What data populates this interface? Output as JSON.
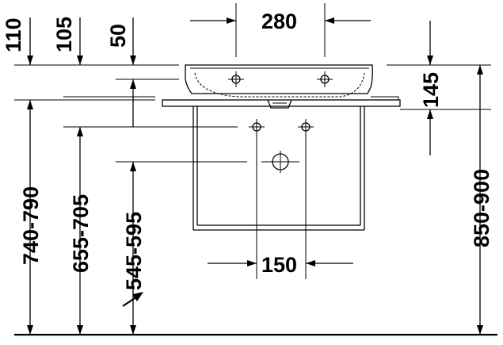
{
  "dimensions": {
    "top_width": "280",
    "drain_spacing": "150",
    "top_left_1": "110",
    "top_left_2": "105",
    "top_left_3": "50",
    "right_small": "145",
    "left_height_1": "740-790",
    "left_height_2": "655-705",
    "left_height_3": "545-595",
    "right_height": "850-900"
  },
  "colors": {
    "ink": "#000000",
    "background": "#ffffff"
  }
}
